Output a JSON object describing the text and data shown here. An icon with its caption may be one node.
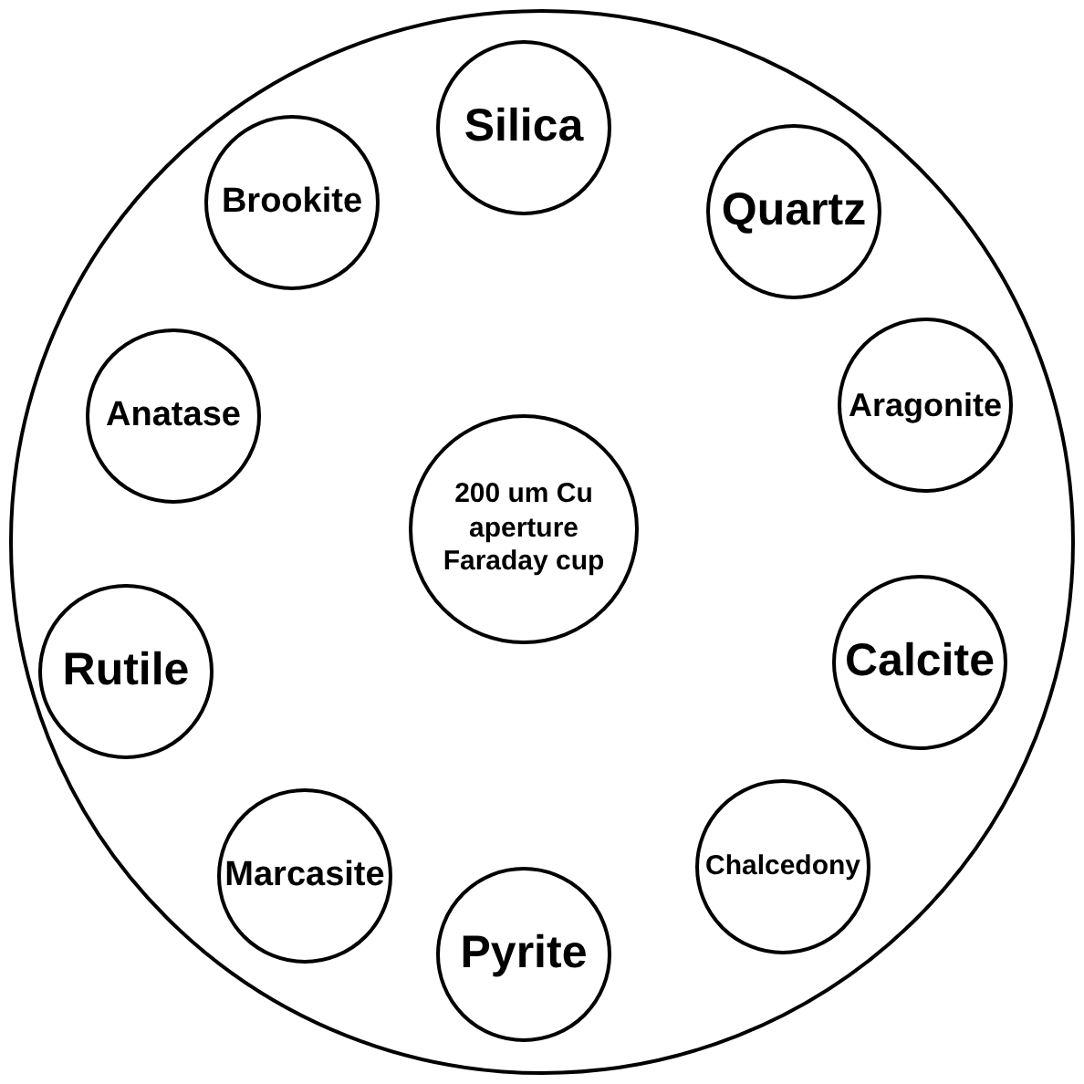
{
  "diagram": {
    "nodes": [
      {
        "text": [],
        "shape": "circle"
      },
      {
        "text": [
          "Silica"
        ],
        "in": 0
      },
      {
        "text": [
          "Brookite"
        ],
        "in": 0
      },
      {
        "text": [
          "Quartz"
        ],
        "in": 0
      },
      {
        "text": [
          "Anatase"
        ],
        "in": 0
      },
      {
        "text": [
          "Aragonite"
        ],
        "in": 0
      },
      {
        "text": [
          "200 um Cu aperture Faraday cup"
        ],
        "in": 0
      },
      {
        "text": [
          "Rutile"
        ],
        "in": 0
      },
      {
        "text": [
          "Calcite"
        ],
        "in": 0
      },
      {
        "text": [
          "Marcasite"
        ],
        "in": 0
      },
      {
        "text": [
          "Chalcedony"
        ],
        "in": 0
      },
      {
        "text": [
          "Pyrite"
        ],
        "in": 0
      }
    ]
  }
}
